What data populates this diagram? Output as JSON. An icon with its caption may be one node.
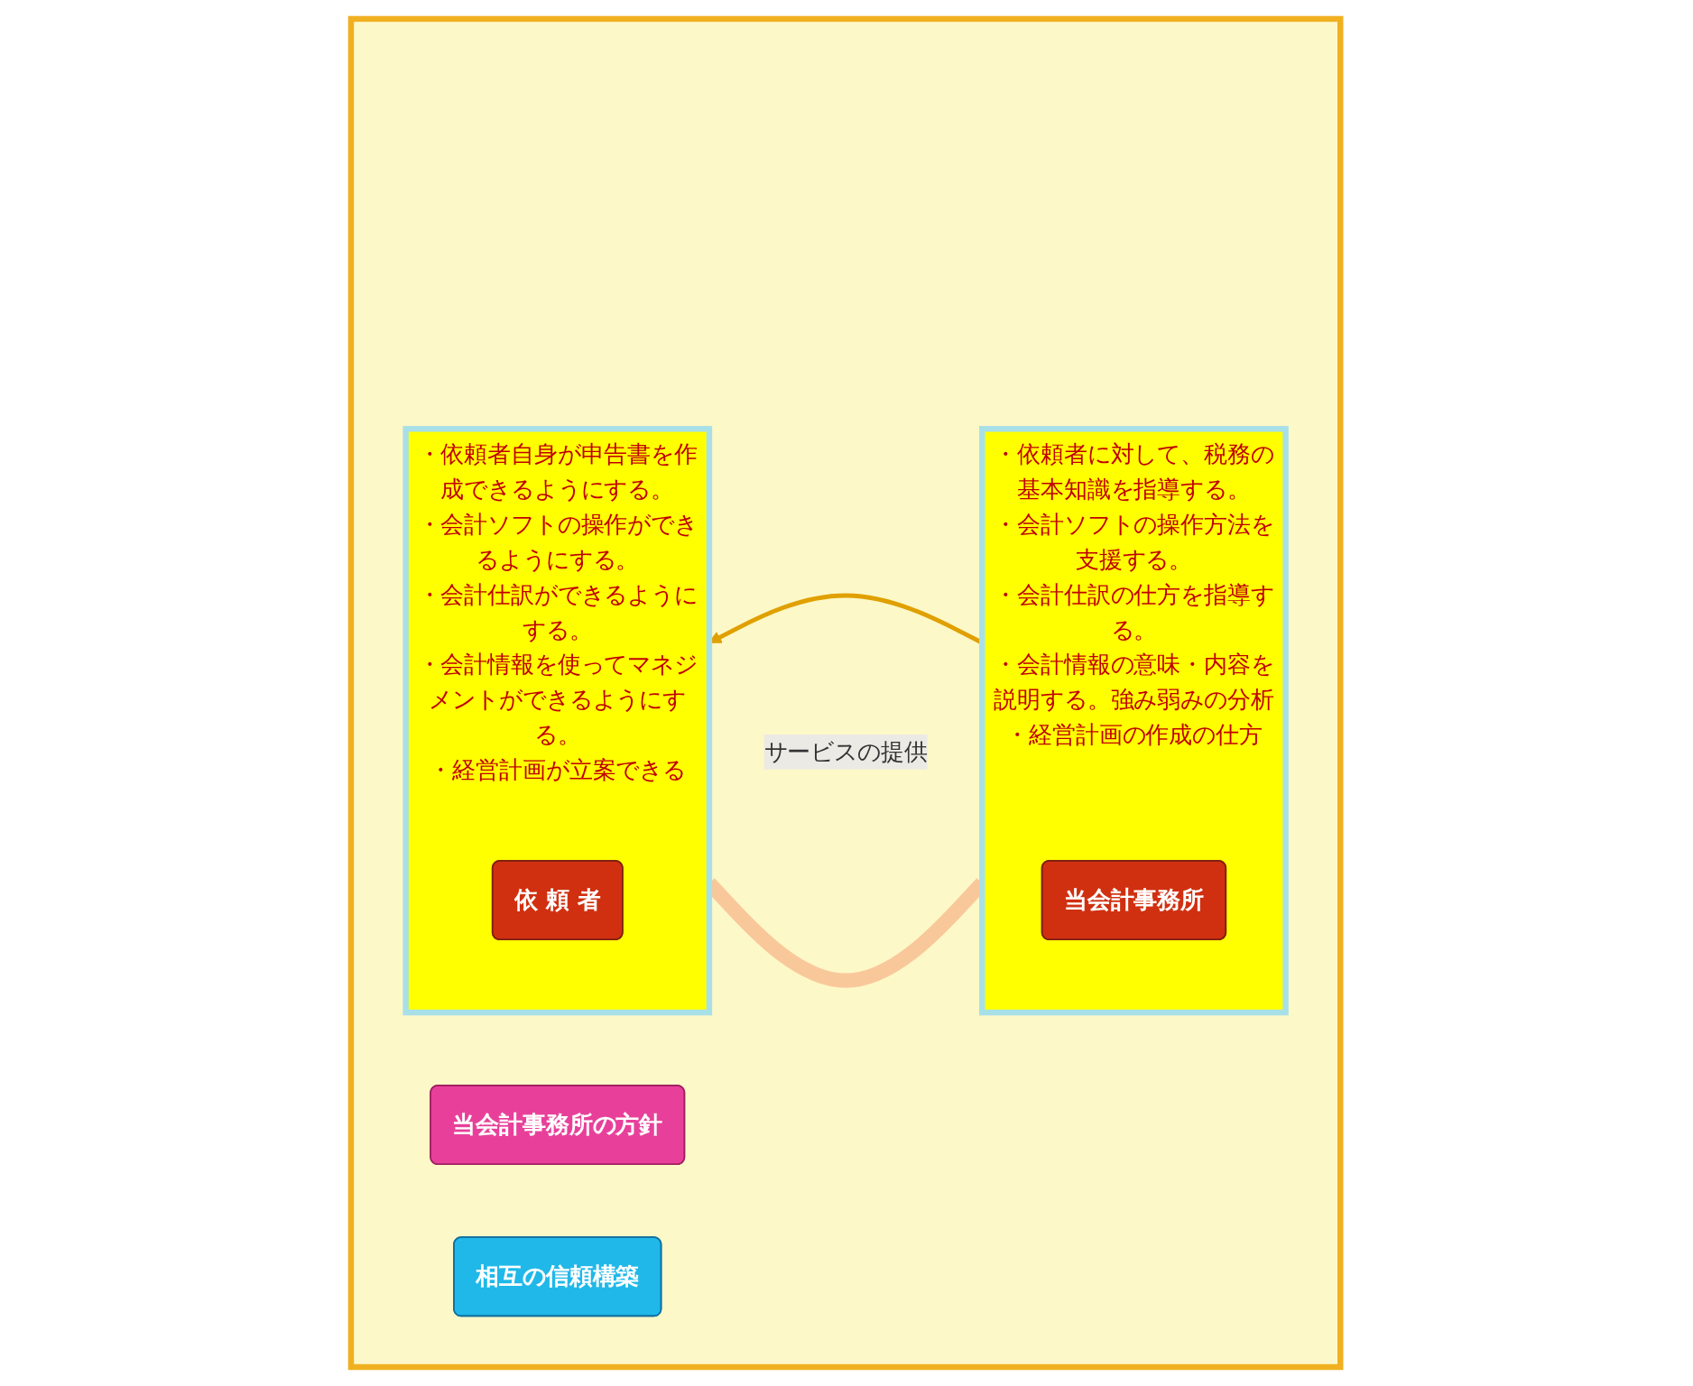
{
  "diagram": {
    "nodes": [
      {
        "text": [],
        "shape": "box"
      },
      {
        "text": [
          "当会計事務所の方針"
        ],
        "in": 0
      },
      {
        "text": [
          "・依頼者自身が申告書を作成できるようにする。",
          "・会計ソフトの操作ができるようにする。",
          "・会計仕訳ができるようにする。",
          "・会計情報を使ってマネジメントができるようにする。",
          "・経営計画が立案できる"
        ],
        "in": 0
      },
      {
        "text": [
          "依 頼 者"
        ],
        "in": 2
      },
      {
        "text": [
          "・依頼者に対して、税務の基本知識を指導する。",
          "・会計ソフトの操作方法を支援する。",
          "・会計仕訳の仕方を指導する。",
          "・会計情報の意味・内容を説明する。強み弱みの分析",
          "・経営計画の作成の仕方"
        ],
        "in": 0
      },
      {
        "text": [
          "当会計事務所"
        ],
        "in": 4
      },
      {
        "text": [
          "相互の信頼構築"
        ],
        "in": 0
      }
    ],
    "edges": [
      {
        "from": 4,
        "to": 2,
        "arrow": "to",
        "label": "サービスの提供"
      },
      {
        "from": 2,
        "to": 4,
        "arrow": "none",
        "style": "thick",
        "color": "#f9c89a"
      }
    ]
  }
}
